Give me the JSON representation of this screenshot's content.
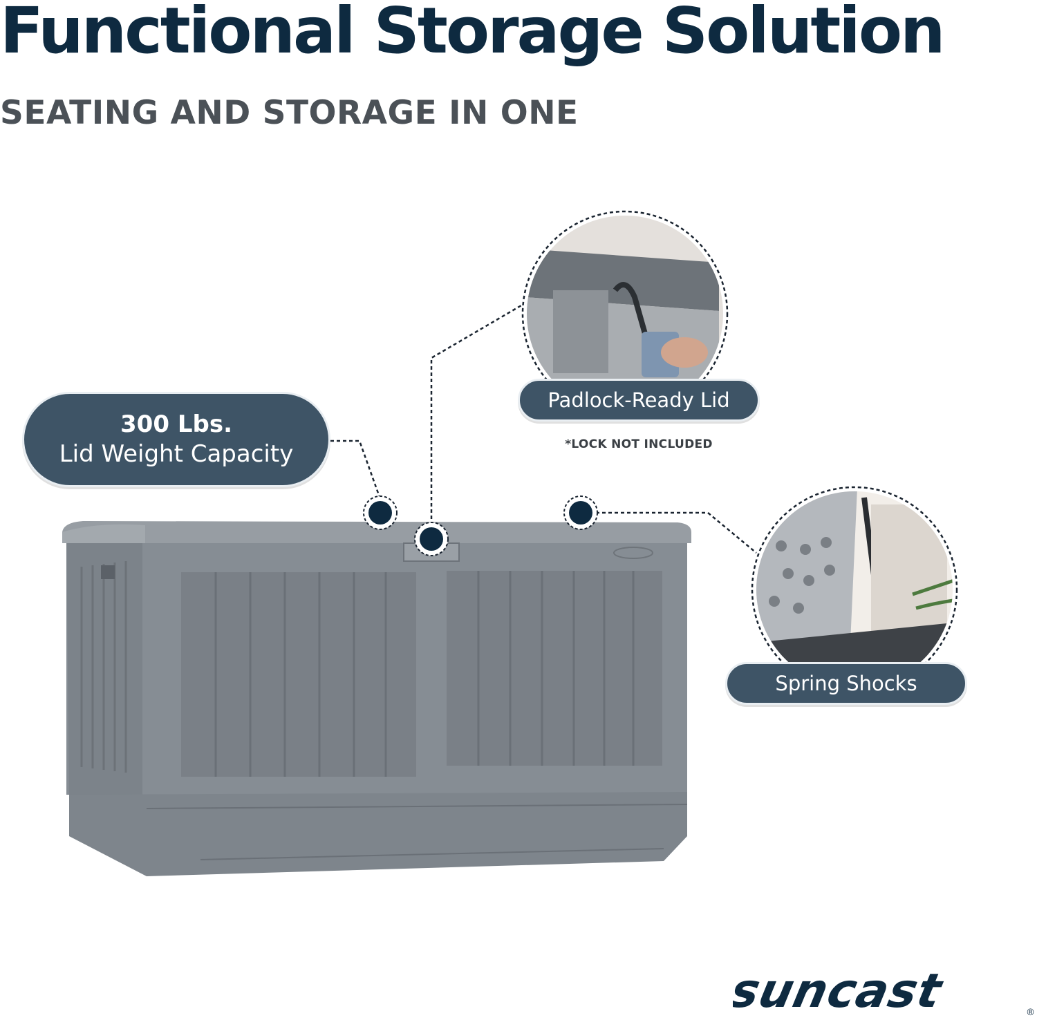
{
  "header": {
    "title": "Functional Storage Solution",
    "subtitle": "SEATING AND STORAGE IN ONE"
  },
  "callouts": {
    "weight": {
      "value": "300 Lbs.",
      "label": "Lid Weight Capacity"
    },
    "padlock": {
      "label": "Padlock-Ready Lid",
      "note": "*LOCK NOT INCLUDED"
    },
    "spring": {
      "label": "Spring Shocks"
    }
  },
  "brand": {
    "name": "suncast",
    "mark": "®"
  },
  "colors": {
    "navy": "#0e2a40",
    "pill": "#3e5466",
    "box_body": "#868d94",
    "box_panel": "#7a8087"
  }
}
